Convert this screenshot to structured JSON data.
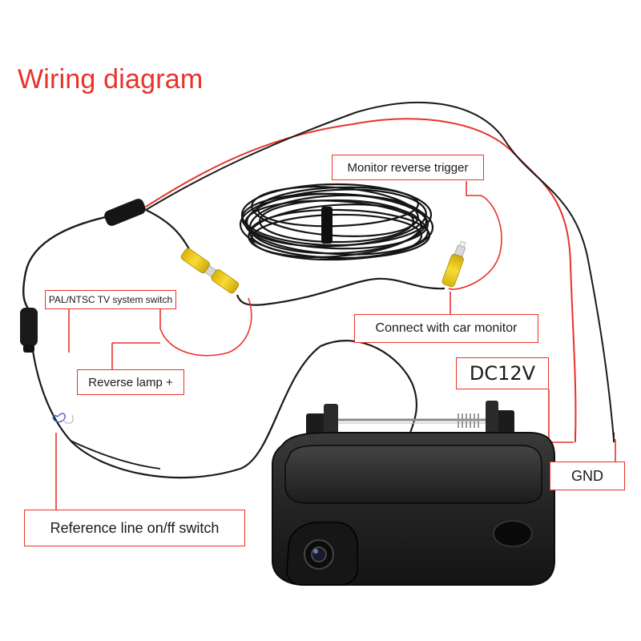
{
  "title": "Wiring diagram",
  "labels": {
    "monitor_trigger": "Monitor reverse trigger",
    "pal_ntsc": "PAL/NTSC TV system switch",
    "connect_monitor": "Connect with car monitor",
    "reverse_lamp": "Reverse lamp +",
    "dc12v": "DC12V",
    "gnd": "GND",
    "reference_line": "Reference line on/ff switch"
  },
  "colors": {
    "accent": "#e8322a",
    "wire_black": "#1b1b1b",
    "wire_red": "#e8322a",
    "rca_yellow": "#f3d21a",
    "handle": "#2a2a2a"
  }
}
